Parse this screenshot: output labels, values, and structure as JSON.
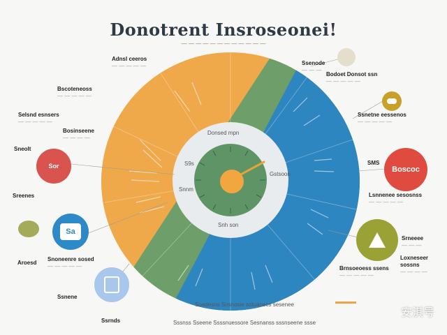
{
  "header": {
    "title": "Donotrent Insroseonei!",
    "subtitle": "— — — — — — — — — — — —"
  },
  "wheel": {
    "colors": {
      "orange": "#f0a94a",
      "green": "#6e9f6a",
      "blue": "#2e86c1",
      "ring": "#e9ecee",
      "center": "#5f9566",
      "hub": "#f2a640",
      "hand": "#e8a23a"
    },
    "inner_labels": {
      "top": "Donsed mpn",
      "upper": "S9s",
      "right": "Gstsoon",
      "left": "Snnm",
      "bottom": "Snh son"
    }
  },
  "left_labels": [
    {
      "head": "Adnsl ceeros",
      "sub": "— — — — —"
    },
    {
      "head": "Bscoteneoss",
      "sub": "— — — — —"
    },
    {
      "head": "Selsnd esnsers",
      "sub": "— — — — —"
    },
    {
      "head": "Bosinseene",
      "sub": "— — — —"
    },
    {
      "head": "Sneolt",
      "sub": ""
    },
    {
      "head": "Sreenes",
      "sub": ""
    },
    {
      "head": "Aroesd",
      "sub": ""
    },
    {
      "head": "Snoneenre sosed",
      "sub": "— — — — —"
    },
    {
      "head": "Ssnene",
      "sub": ""
    },
    {
      "head": "Ssrnds",
      "sub": ""
    }
  ],
  "right_labels": [
    {
      "head": "Ssenode",
      "sub": "— — —"
    },
    {
      "head": "Bodoet Donsot ssn",
      "sub": "— — — — —"
    },
    {
      "head": "Ssnetne eessenos",
      "sub": "— — — — —"
    },
    {
      "head": "SMS",
      "sub": ""
    },
    {
      "head": "Lsnnenee sesosnss",
      "sub": "— — — — —"
    },
    {
      "head": "Srneeee",
      "sub": "— — —"
    },
    {
      "head": "Loxneseer sossns",
      "sub": "— — — —"
    },
    {
      "head": "Brnsoeoess ssens",
      "sub": "— — — — —"
    }
  ],
  "circles": {
    "red_left": {
      "label": "Sor",
      "color": "#d9534f"
    },
    "blue_left": {
      "label": "Sa",
      "color": "#2d8ac7"
    },
    "olive_left": {
      "label": "",
      "color": "#a4ab5a"
    },
    "light_blue": {
      "label": "",
      "color": "#a9c7ec"
    },
    "tan_top": {
      "label": "",
      "color": "#e4dfcc"
    },
    "yellow_right": {
      "label": "",
      "color": "#c9a12a"
    },
    "red_right": {
      "label": "Boscoc",
      "color": "#df4c3f"
    },
    "olive_right": {
      "label": "",
      "color": "#9aa236"
    }
  },
  "bottom_text": {
    "line1": "Soedesns Snsnosie sotuanecs sesenee",
    "line2": "Sssnss Sseene Ssssnuessore Sesnanss sssnseene ssse"
  },
  "watermark": "安淇号"
}
